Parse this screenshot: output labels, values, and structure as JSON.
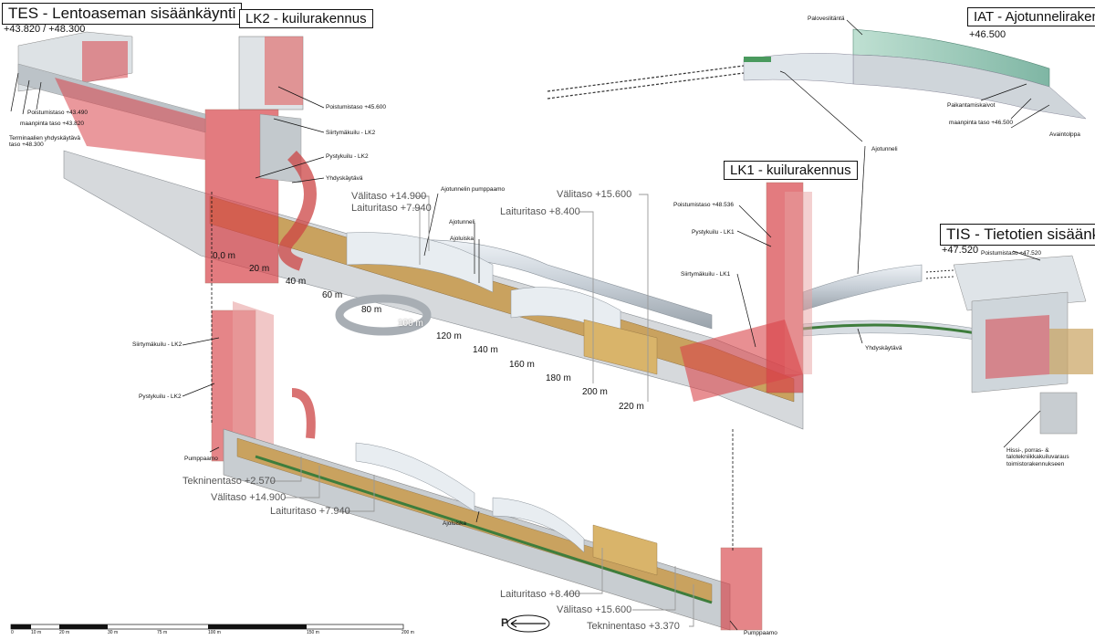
{
  "blocks": {
    "tes": {
      "title": "TES - Lentoaseman sisäänkäynti",
      "elevation": "+43.820 / +48.300"
    },
    "lk2": {
      "title": "LK2 - kuilurakennus"
    },
    "iat": {
      "title": "IAT - Ajotunnelirakennus",
      "elevation": "+46.500"
    },
    "lk1": {
      "title": "LK1 - kuilurakennus"
    },
    "tis": {
      "title": "TIS - Tietotien sisäänkäynti",
      "elevation": "+47.520"
    }
  },
  "labels": {
    "tes_poistumistaso": "Poistumistaso +43.490",
    "tes_maanpinta": "maanpinta taso +43.820",
    "tes_terminaali": "Terminaalien yhdyskäytävä taso +48.300",
    "lk2_poistumistaso": "Poistumistaso +45.600",
    "lk2_siirtyma": "Siirtymäkuilu - LK2",
    "lk2_pystykuilu": "Pystykuilu - LK2",
    "yhdyskaytava_top": "Yhdyskäytävä",
    "ajotunnelin_pumppaamo": "Ajotunnelin pumppaamo",
    "ajotunneli_mid": "Ajotunneli",
    "ajoluiska_mid": "Ajoluiska",
    "paloveslilanta": "Paloveslitäntä",
    "paikantamiskaivot": "Paikantamiskaivot",
    "iat_maanpinta": "maanpinta taso +46.500",
    "avaintolppa": "Avaintolppa",
    "ajotunneli_right": "Ajotunneli",
    "lk1_poistumistaso": "Poistumistaso +48.536",
    "lk1_pystykuilu": "Pystykuilu - LK1",
    "lk1_siirtyma": "Siirtymäkuilu - LK1",
    "tis_poistumistaso": "Poistumistaso +47.520",
    "yhdyskaytava_right": "Yhdyskäytävä",
    "hissi_note": "Hissi-, porras- & talotekniikkakuiluvaraus toimistorakennukseen",
    "lower_siirtyma": "Siirtymäkuilu - LK2",
    "lower_pystykuilu": "Pystykuilu - LK2",
    "pumppaamo_left": "Pumppaamo",
    "ajoluiska_lower": "Ajoluiska",
    "pumppaamo_right": "Pumppaamo"
  },
  "levels": {
    "valitaso_upper_left": "Välitaso +14.900",
    "laituritaso_upper_left": "Laituritaso +7.940",
    "valitaso_upper_right": "Välitaso +15.600",
    "laituritaso_upper_right": "Laituritaso +8.400",
    "tekninentaso_lower_left": "Tekninentaso +2.570",
    "valitaso_lower_left": "Välitaso +14.900",
    "laituritaso_lower_left": "Laituritaso +7.940",
    "laituritaso_lower_right": "Laituritaso +8.400",
    "valitaso_lower_right": "Välitaso +15.600",
    "tekninentaso_lower_right": "Tekninentaso +3.370"
  },
  "distances": [
    "0,0 m",
    "20 m",
    "40 m",
    "60 m",
    "80 m",
    "100 m",
    "120 m",
    "140 m",
    "160 m",
    "180 m",
    "200 m",
    "220 m"
  ],
  "scale_bar": {
    "ticks": [
      "0",
      "10 m",
      "20 m",
      "30 m",
      "75 m",
      "100 m",
      "150 m",
      "200 m"
    ]
  },
  "north_arrow": {
    "letter": "P"
  },
  "colors": {
    "red": "#d8444a",
    "tan": "#c9a25f",
    "green": "#3e7d3c",
    "glass": "#9fc9b8",
    "concrete": "#c8cdd1"
  }
}
